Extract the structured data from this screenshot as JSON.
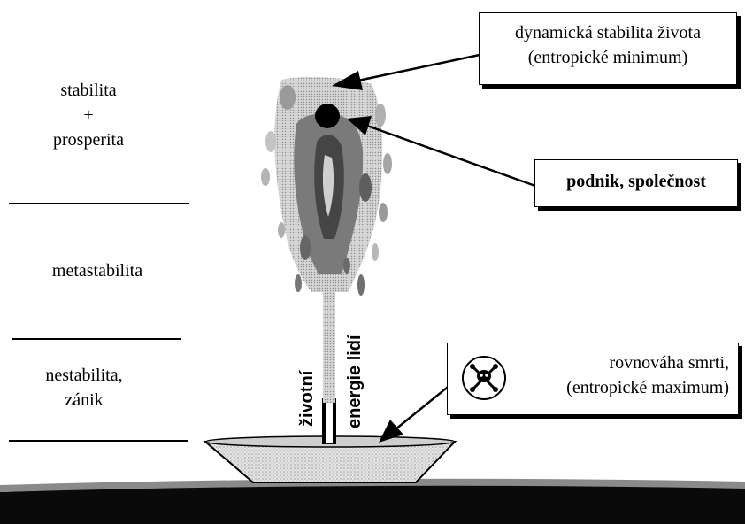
{
  "left_scale": {
    "zone_top": [
      "stabilita",
      "+",
      "prosperita"
    ],
    "zone_middle": "metastabilita",
    "zone_bottom": [
      "nestabilita,",
      "zánik"
    ]
  },
  "boxes": {
    "top": [
      "dynamická stabilita života",
      "(entropické minimum)"
    ],
    "middle": "podnik, společnost",
    "bottom": [
      "rovnováha smrti,",
      "(entropické maximum)"
    ]
  },
  "stem": {
    "left_text": "životní",
    "right_text": "energie lidí"
  },
  "icons": {
    "death": "skull-and-crossbones-icon"
  },
  "colors": {
    "ink": "#000000",
    "flame_light": "#b8b8b8",
    "flame_dark": "#6a6a6a",
    "ground": "#0a0a0a"
  }
}
